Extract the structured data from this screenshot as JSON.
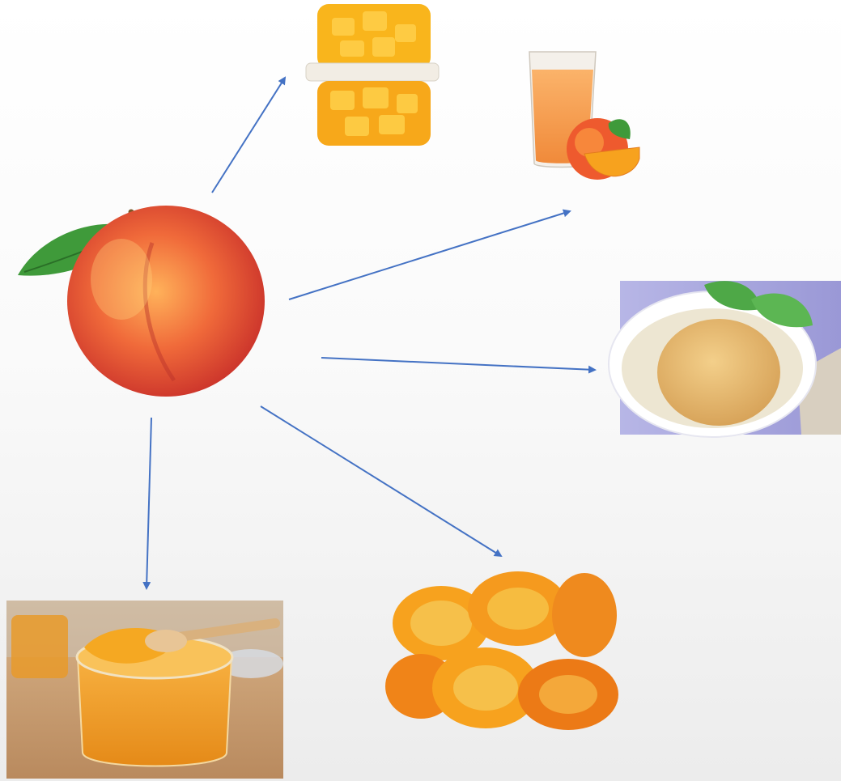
{
  "diagram": {
    "center_node": {
      "name": "peach",
      "icon": "peach-icon"
    },
    "products": [
      {
        "name": "diced-peach-cup",
        "icon": "peach-cup-icon"
      },
      {
        "name": "peach-juice",
        "icon": "peach-juice-icon"
      },
      {
        "name": "poached-peach-dessert",
        "icon": "peach-dessert-icon"
      },
      {
        "name": "dried-peaches",
        "icon": "dried-peach-icon"
      },
      {
        "name": "peach-jam",
        "icon": "peach-jam-icon"
      }
    ],
    "colors": {
      "arrow": "#4472C4",
      "peach_red": "#d9452b",
      "peach_orange": "#f4a340",
      "leaf_green": "#3f9a3a",
      "background": "#f5f5f5"
    }
  }
}
